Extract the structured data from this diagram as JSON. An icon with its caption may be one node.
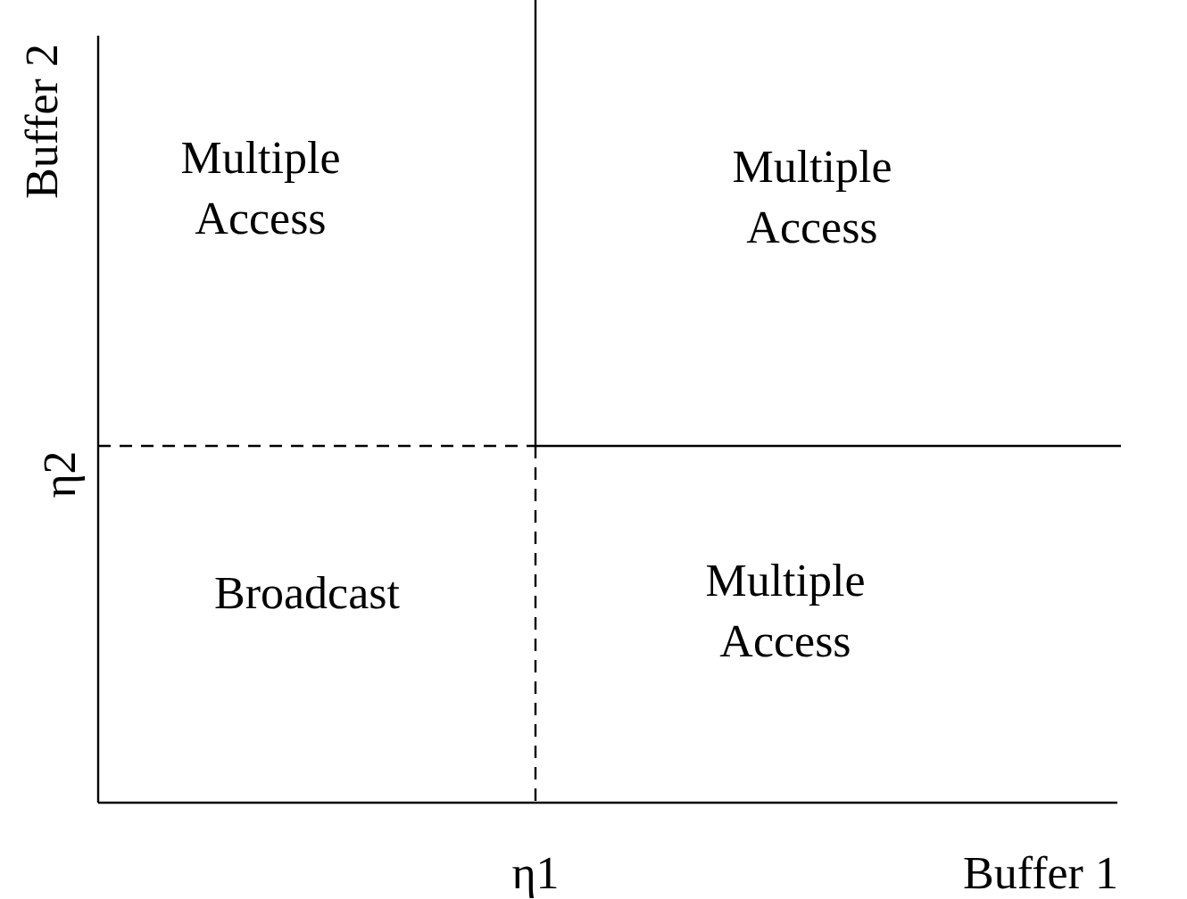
{
  "diagram": {
    "labels": [
      "Buffer 2",
      "Multiple Access",
      "Multiple Access",
      "η2",
      "Broadcast",
      "Multiple Access",
      "η1",
      "Buffer 1"
    ]
  }
}
